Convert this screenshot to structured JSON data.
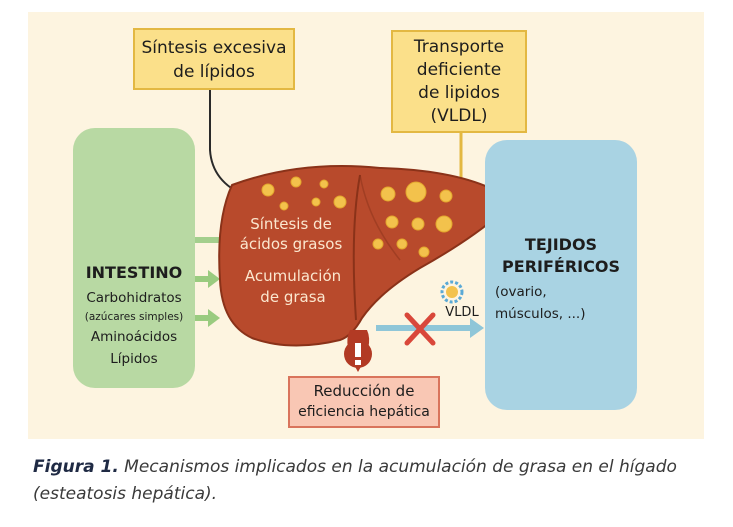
{
  "top_left_box": {
    "line1": "Síntesis excesiva",
    "line2": "de lípidos"
  },
  "top_right_box": {
    "line1": "Transporte",
    "line2": "deficiente",
    "line3": "de lipidos",
    "line4": "(VLDL)"
  },
  "liver": {
    "line1": "Síntesis de",
    "line2": "ácidos grasos",
    "line3": "Acumulación",
    "line4": "de grasa"
  },
  "intestine_panel": {
    "title": "INTESTINO",
    "item1": "Carbohidratos",
    "item1_sub": "(azúcares simples)",
    "item2": "Aminoácidos",
    "item3": "Lípidos"
  },
  "peripheral_panel": {
    "title_line1": "TEJIDOS",
    "title_line2": "PERIFÉRICOS",
    "sub_line1": "(ovario,",
    "sub_line2": "músculos, ...)"
  },
  "vldl_label": "VLDL",
  "warning_box": {
    "line1": "Reducción de",
    "line2": "eficiencia hepática"
  },
  "caption": {
    "label": "Figura 1.",
    "text": " Mecanismos implicados en la acumulación de grasa en el hígado (esteatosis hepática)."
  },
  "colors": {
    "liver": "#b84a2c",
    "intestine_panel": "#b8d9a3",
    "peripheral_panel": "#a9d3e3",
    "yellow_box": "#fbe08a",
    "warning_box": "#f9c7b4",
    "block_x": "#d9473a"
  }
}
